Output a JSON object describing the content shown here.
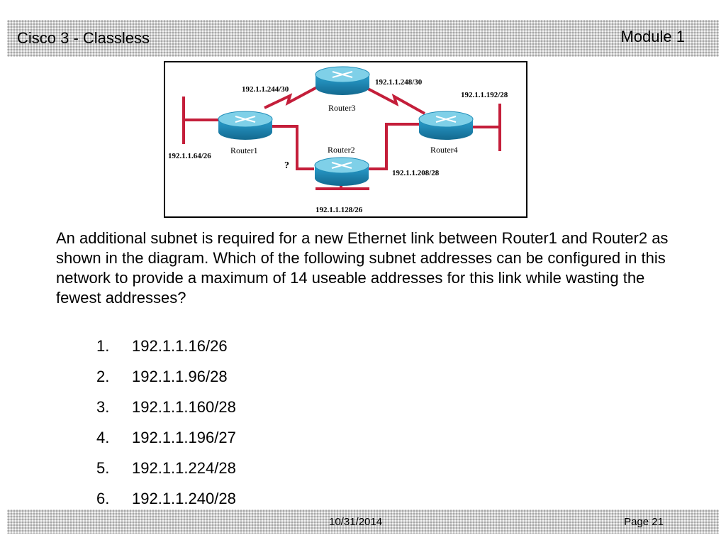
{
  "header": {
    "title": "Cisco 3 - Classless",
    "module": "Module 1"
  },
  "diagram": {
    "routers": [
      "Router3",
      "Router1",
      "Router2",
      "Router4"
    ],
    "labels": {
      "r1_r3": "192.1.1.244/30",
      "r3_r4": "192.1.1.248/30",
      "r4_lan": "192.1.1.192/28",
      "r1_lan": "192.1.1.64/26",
      "r2_r4": "192.1.1.208/28",
      "r2_lan": "192.1.1.128/26",
      "unknown": "?"
    }
  },
  "question": "An additional subnet is required for a new Ethernet link between Router1 and Router2 as shown in the diagram. Which of the following subnet addresses can be configured in this network to provide a maximum of 14 useable addresses for this link while wasting the fewest addresses?",
  "answers": [
    {
      "num": "1.",
      "text": "192.1.1.16/26"
    },
    {
      "num": "2.",
      "text": "192.1.1.96/28"
    },
    {
      "num": "3.",
      "text": "192.1.1.160/28"
    },
    {
      "num": "4.",
      "text": "192.1.1.196/27"
    },
    {
      "num": "5.",
      "text": "192.1.1.224/28"
    },
    {
      "num": "6.",
      "text": "192.1.1.240/28"
    }
  ],
  "footer": {
    "date": "10/31/2014",
    "page": "Page 21"
  },
  "colors": {
    "link": "#c41e3a",
    "router_top": "#7fd0e8",
    "router_body": "#1f8db8"
  }
}
